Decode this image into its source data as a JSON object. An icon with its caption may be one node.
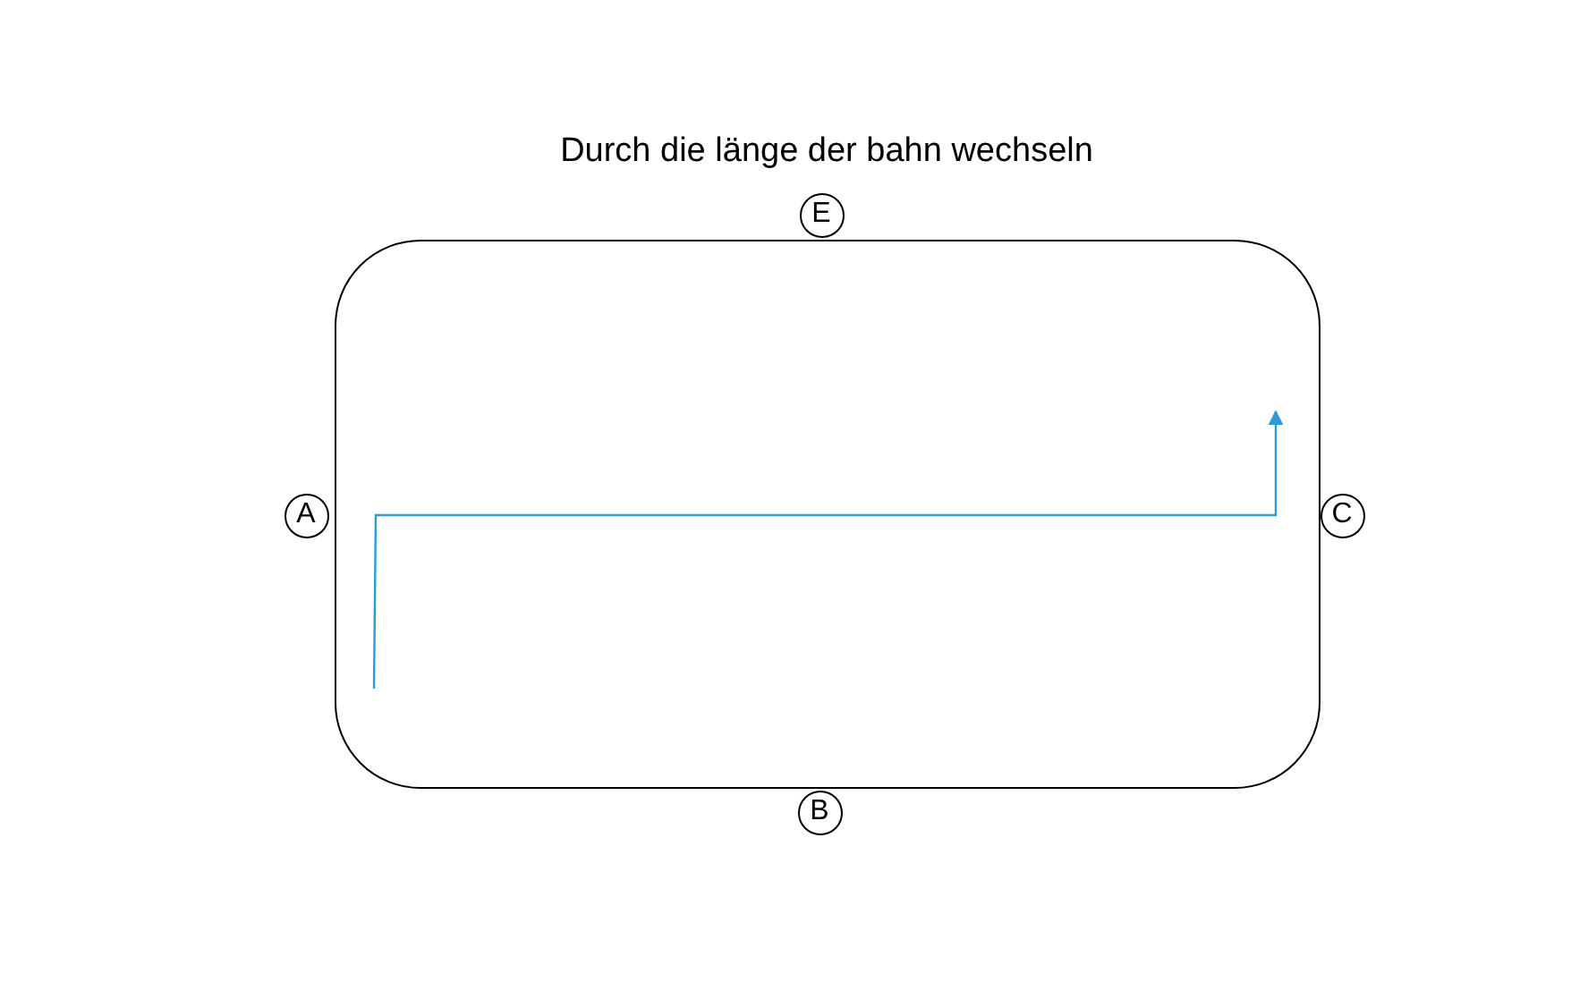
{
  "diagram": {
    "title": "Durch die länge der bahn wechseln",
    "nodes": [
      {
        "text": [],
        "shape": "box"
      },
      {
        "text": [
          "E"
        ]
      },
      {
        "text": [
          "A"
        ]
      },
      {
        "text": [
          "C"
        ]
      },
      {
        "text": [
          "B"
        ]
      }
    ]
  }
}
